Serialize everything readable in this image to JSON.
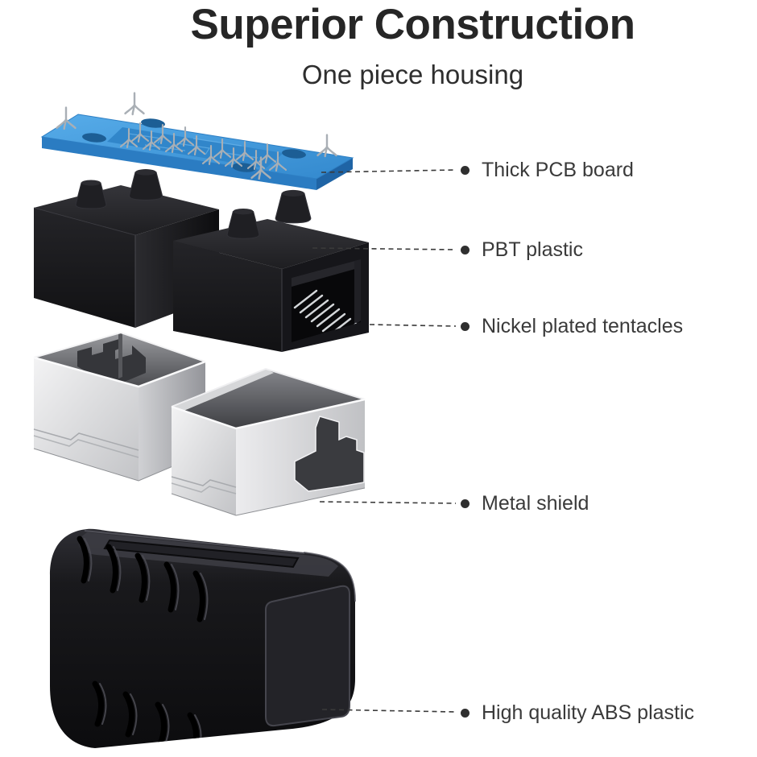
{
  "header": {
    "title": "Superior Construction",
    "subtitle": "One piece housing"
  },
  "callouts": [
    {
      "id": "pcb",
      "label": "Thick PCB board"
    },
    {
      "id": "pbt",
      "label": "PBT plastic"
    },
    {
      "id": "nickel",
      "label": "Nickel plated tentacles"
    },
    {
      "id": "shield",
      "label": "Metal shield"
    },
    {
      "id": "abs",
      "label": "High quality ABS plastic"
    }
  ],
  "illustration": {
    "type": "exploded-view-product-diagram",
    "components": [
      {
        "name": "pcb-board",
        "color": "#3D9BE0"
      },
      {
        "name": "pbt-housing-solid",
        "color": "#1B1B1E"
      },
      {
        "name": "pbt-housing-with-port",
        "color": "#1B1B1E"
      },
      {
        "name": "metal-shield-left",
        "color": "#D8D9DB"
      },
      {
        "name": "metal-shield-right",
        "color": "#D8D9DB"
      },
      {
        "name": "assembled-abs-coupler",
        "color": "#121214"
      }
    ]
  },
  "style": {
    "background": "#FFFFFF",
    "title_color": "#262626",
    "label_color": "#3A3A3A",
    "bullet_color": "#2F2F2F",
    "leader_line_color": "#3A3A3A"
  }
}
